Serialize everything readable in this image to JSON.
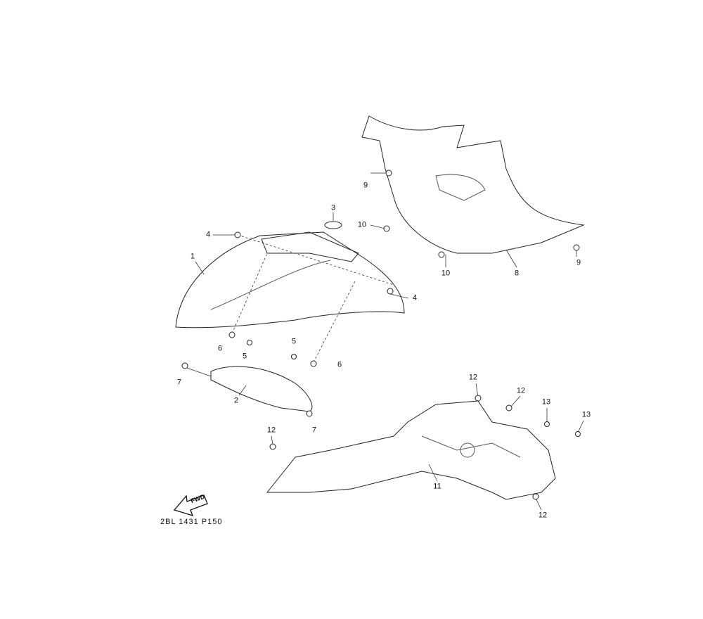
{
  "diagram": {
    "caption": "2BL 1431 P150",
    "fwd_label": "FWD",
    "callouts": [
      {
        "id": "1",
        "label": "1"
      },
      {
        "id": "2",
        "label": "2"
      },
      {
        "id": "3",
        "label": "3"
      },
      {
        "id": "4a",
        "label": "4"
      },
      {
        "id": "4b",
        "label": "4"
      },
      {
        "id": "5a",
        "label": "5"
      },
      {
        "id": "5b",
        "label": "5"
      },
      {
        "id": "6a",
        "label": "6"
      },
      {
        "id": "6b",
        "label": "6"
      },
      {
        "id": "7a",
        "label": "7"
      },
      {
        "id": "7b",
        "label": "7"
      },
      {
        "id": "8",
        "label": "8"
      },
      {
        "id": "9a",
        "label": "9"
      },
      {
        "id": "9b",
        "label": "9"
      },
      {
        "id": "10a",
        "label": "10"
      },
      {
        "id": "10b",
        "label": "10"
      },
      {
        "id": "11",
        "label": "11"
      },
      {
        "id": "12a",
        "label": "12"
      },
      {
        "id": "12b",
        "label": "12"
      },
      {
        "id": "12c",
        "label": "12"
      },
      {
        "id": "12d",
        "label": "12"
      },
      {
        "id": "13a",
        "label": "13"
      },
      {
        "id": "13b",
        "label": "13"
      }
    ]
  }
}
